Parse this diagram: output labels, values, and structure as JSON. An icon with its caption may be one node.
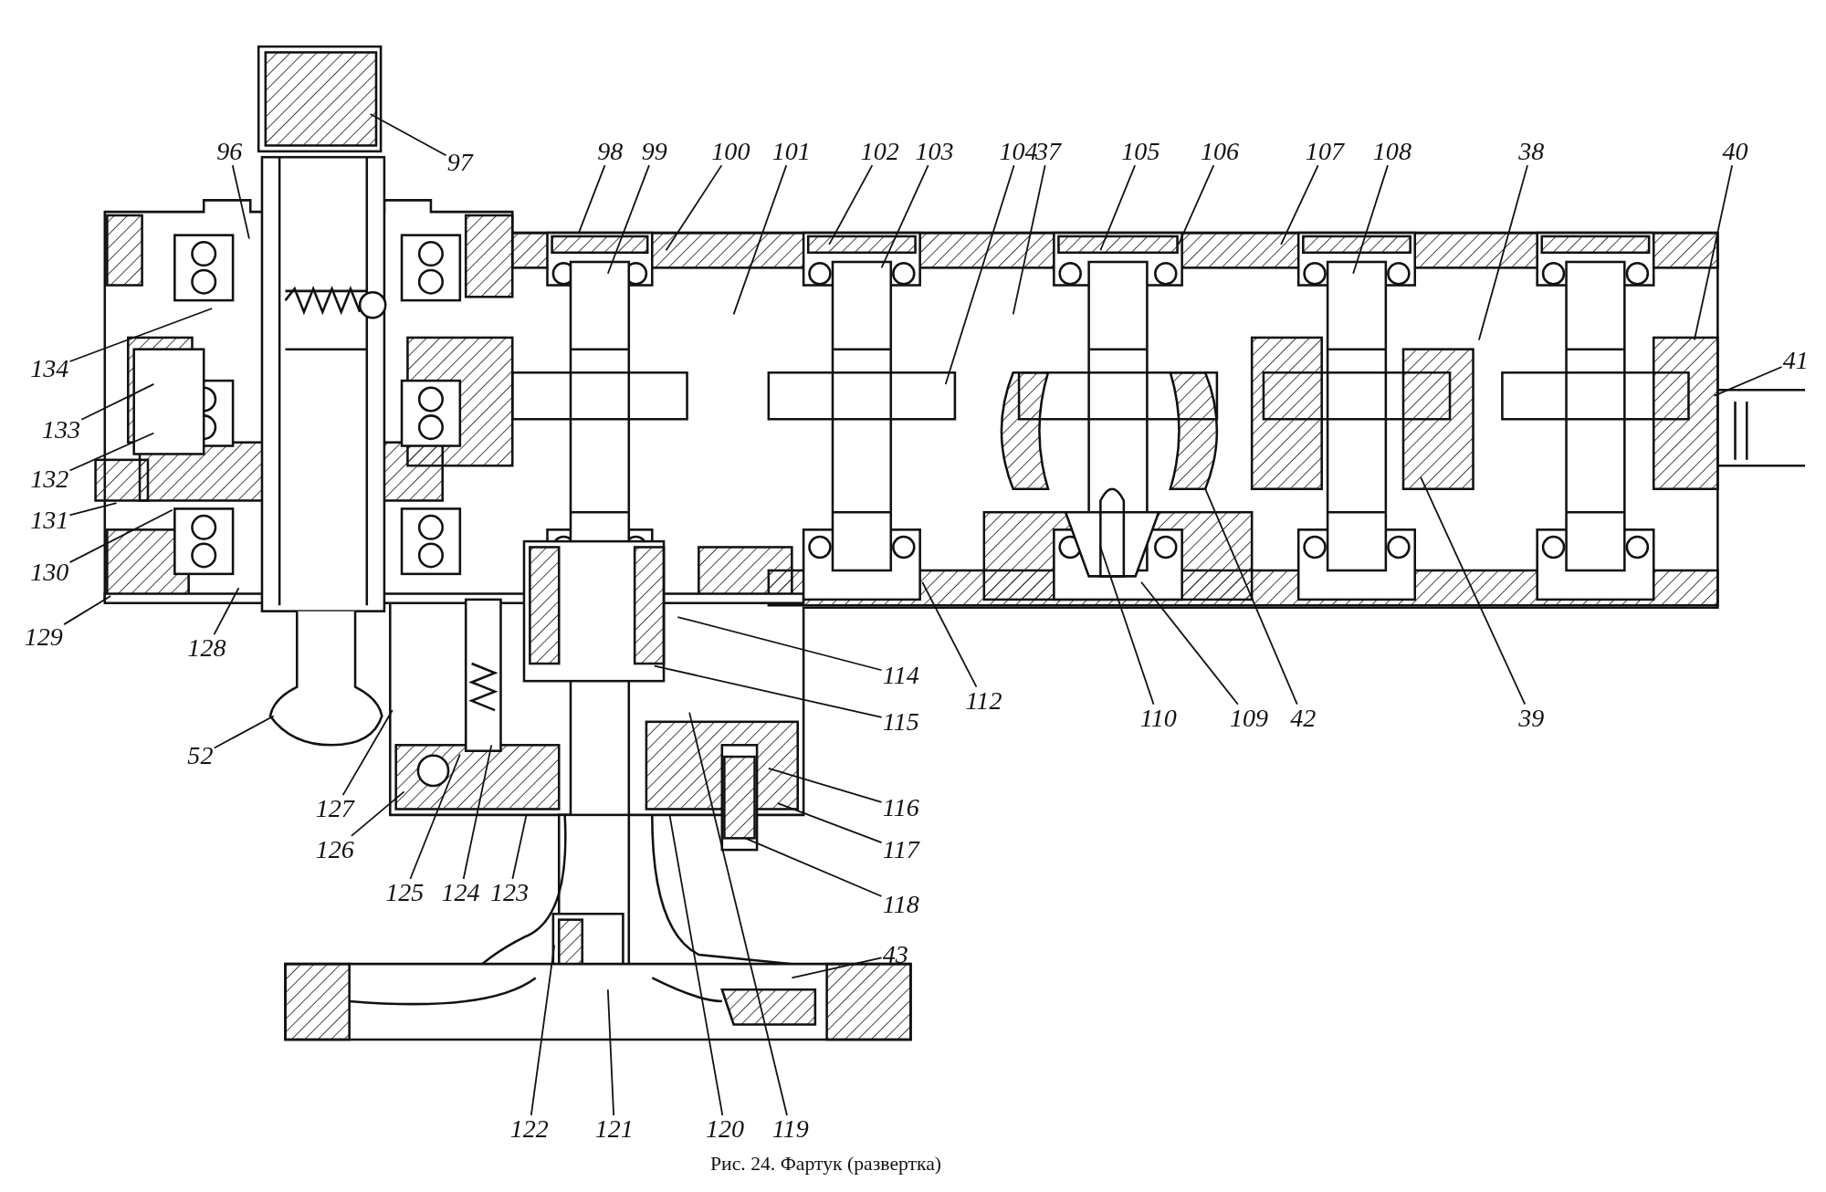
{
  "diagram": {
    "caption": "Рис. 24. Фартук (развертка)",
    "nodes": [
      {
        "text": [
          "96"
        ]
      },
      {
        "text": [
          "97"
        ]
      },
      {
        "text": [
          "98"
        ]
      },
      {
        "text": [
          "99"
        ]
      },
      {
        "text": [
          "100"
        ]
      },
      {
        "text": [
          "101"
        ]
      },
      {
        "text": [
          "102"
        ]
      },
      {
        "text": [
          "103"
        ]
      },
      {
        "text": [
          "104"
        ]
      },
      {
        "text": [
          "37"
        ]
      },
      {
        "text": [
          "105"
        ]
      },
      {
        "text": [
          "106"
        ]
      },
      {
        "text": [
          "107"
        ]
      },
      {
        "text": [
          "108"
        ]
      },
      {
        "text": [
          "38"
        ]
      },
      {
        "text": [
          "40"
        ]
      },
      {
        "text": [
          "134"
        ]
      },
      {
        "text": [
          "133"
        ]
      },
      {
        "text": [
          "41"
        ]
      },
      {
        "text": [
          "132"
        ]
      },
      {
        "text": [
          "131"
        ]
      },
      {
        "text": [
          "130"
        ]
      },
      {
        "text": [
          "129"
        ]
      },
      {
        "text": [
          "128"
        ]
      },
      {
        "text": [
          "114"
        ]
      },
      {
        "text": [
          "112"
        ]
      },
      {
        "text": [
          "115"
        ]
      },
      {
        "text": [
          "110"
        ]
      },
      {
        "text": [
          "109"
        ]
      },
      {
        "text": [
          "42"
        ]
      },
      {
        "text": [
          "39"
        ]
      },
      {
        "text": [
          "52"
        ]
      },
      {
        "text": [
          "116"
        ]
      },
      {
        "text": [
          "127"
        ]
      },
      {
        "text": [
          "117"
        ]
      },
      {
        "text": [
          "126"
        ]
      },
      {
        "text": [
          "125"
        ]
      },
      {
        "text": [
          "124"
        ]
      },
      {
        "text": [
          "123"
        ]
      },
      {
        "text": [
          "118"
        ]
      },
      {
        "text": [
          "43"
        ]
      },
      {
        "text": [
          "122"
        ]
      },
      {
        "text": [
          "121"
        ]
      },
      {
        "text": [
          "120"
        ]
      },
      {
        "text": [
          "119"
        ]
      }
    ],
    "edges": [
      {
        "from": 0,
        "to": null,
        "arrow": "none"
      },
      {
        "from": 1,
        "to": null,
        "arrow": "none"
      },
      {
        "from": 2,
        "to": null,
        "arrow": "none"
      },
      {
        "from": 3,
        "to": null,
        "arrow": "none"
      },
      {
        "from": 4,
        "to": null,
        "arrow": "none"
      },
      {
        "from": 5,
        "to": null,
        "arrow": "none"
      },
      {
        "from": 6,
        "to": null,
        "arrow": "none"
      },
      {
        "from": 7,
        "to": null,
        "arrow": "none"
      },
      {
        "from": 8,
        "to": null,
        "arrow": "none"
      },
      {
        "from": 9,
        "to": null,
        "arrow": "none"
      },
      {
        "from": 10,
        "to": null,
        "arrow": "none"
      },
      {
        "from": 11,
        "to": null,
        "arrow": "none"
      },
      {
        "from": 12,
        "to": null,
        "arrow": "none"
      },
      {
        "from": 13,
        "to": null,
        "arrow": "none"
      },
      {
        "from": 14,
        "to": null,
        "arrow": "none"
      },
      {
        "from": 15,
        "to": null,
        "arrow": "none"
      },
      {
        "from": 16,
        "to": null,
        "arrow": "none"
      },
      {
        "from": 17,
        "to": null,
        "arrow": "none"
      },
      {
        "from": 18,
        "to": null,
        "arrow": "none"
      },
      {
        "from": 19,
        "to": null,
        "arrow": "none"
      },
      {
        "from": 20,
        "to": null,
        "arrow": "none"
      },
      {
        "from": 21,
        "to": null,
        "arrow": "none"
      },
      {
        "from": 22,
        "to": null,
        "arrow": "none"
      },
      {
        "from": 23,
        "to": null,
        "arrow": "none"
      },
      {
        "from": 24,
        "to": null,
        "arrow": "none"
      },
      {
        "from": 25,
        "to": null,
        "arrow": "none"
      },
      {
        "from": 26,
        "to": null,
        "arrow": "none"
      },
      {
        "from": 27,
        "to": null,
        "arrow": "none"
      },
      {
        "from": 28,
        "to": null,
        "arrow": "none"
      },
      {
        "from": 29,
        "to": null,
        "arrow": "none"
      },
      {
        "from": 30,
        "to": null,
        "arrow": "none"
      },
      {
        "from": 31,
        "to": null,
        "arrow": "none"
      },
      {
        "from": 32,
        "to": null,
        "arrow": "none"
      },
      {
        "from": 33,
        "to": null,
        "arrow": "none"
      },
      {
        "from": 34,
        "to": null,
        "arrow": "none"
      },
      {
        "from": 35,
        "to": null,
        "arrow": "none"
      },
      {
        "from": 36,
        "to": null,
        "arrow": "none"
      },
      {
        "from": 37,
        "to": null,
        "arrow": "none"
      },
      {
        "from": 38,
        "to": null,
        "arrow": "none"
      },
      {
        "from": 39,
        "to": null,
        "arrow": "none"
      },
      {
        "from": 40,
        "to": null,
        "arrow": "none"
      },
      {
        "from": 41,
        "to": null,
        "arrow": "none"
      },
      {
        "from": 42,
        "to": null,
        "arrow": "none"
      },
      {
        "from": 43,
        "to": null,
        "arrow": "none"
      },
      {
        "from": 44,
        "to": null,
        "arrow": "none"
      }
    ]
  }
}
